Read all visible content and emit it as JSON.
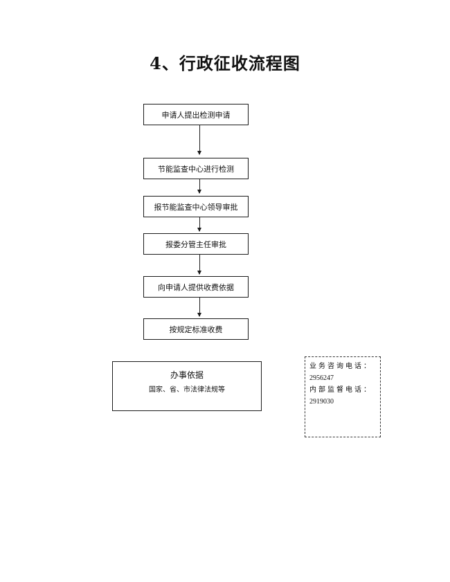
{
  "title": "4、行政征收流程图",
  "steps": [
    "申请人提出检测申请",
    "节能监查中心进行检测",
    "报节能监查中心领导审批",
    "报委分管主任审批",
    "向申请人提供收费依据",
    "按规定标准收费"
  ],
  "basis": {
    "title": "办事依据",
    "content": "国家、省、市法律法规等"
  },
  "contact": {
    "business_label": "业务咨询电话：",
    "business_number": "2956247",
    "supervision_label": "内部监督电话：",
    "supervision_number": "2919030"
  }
}
